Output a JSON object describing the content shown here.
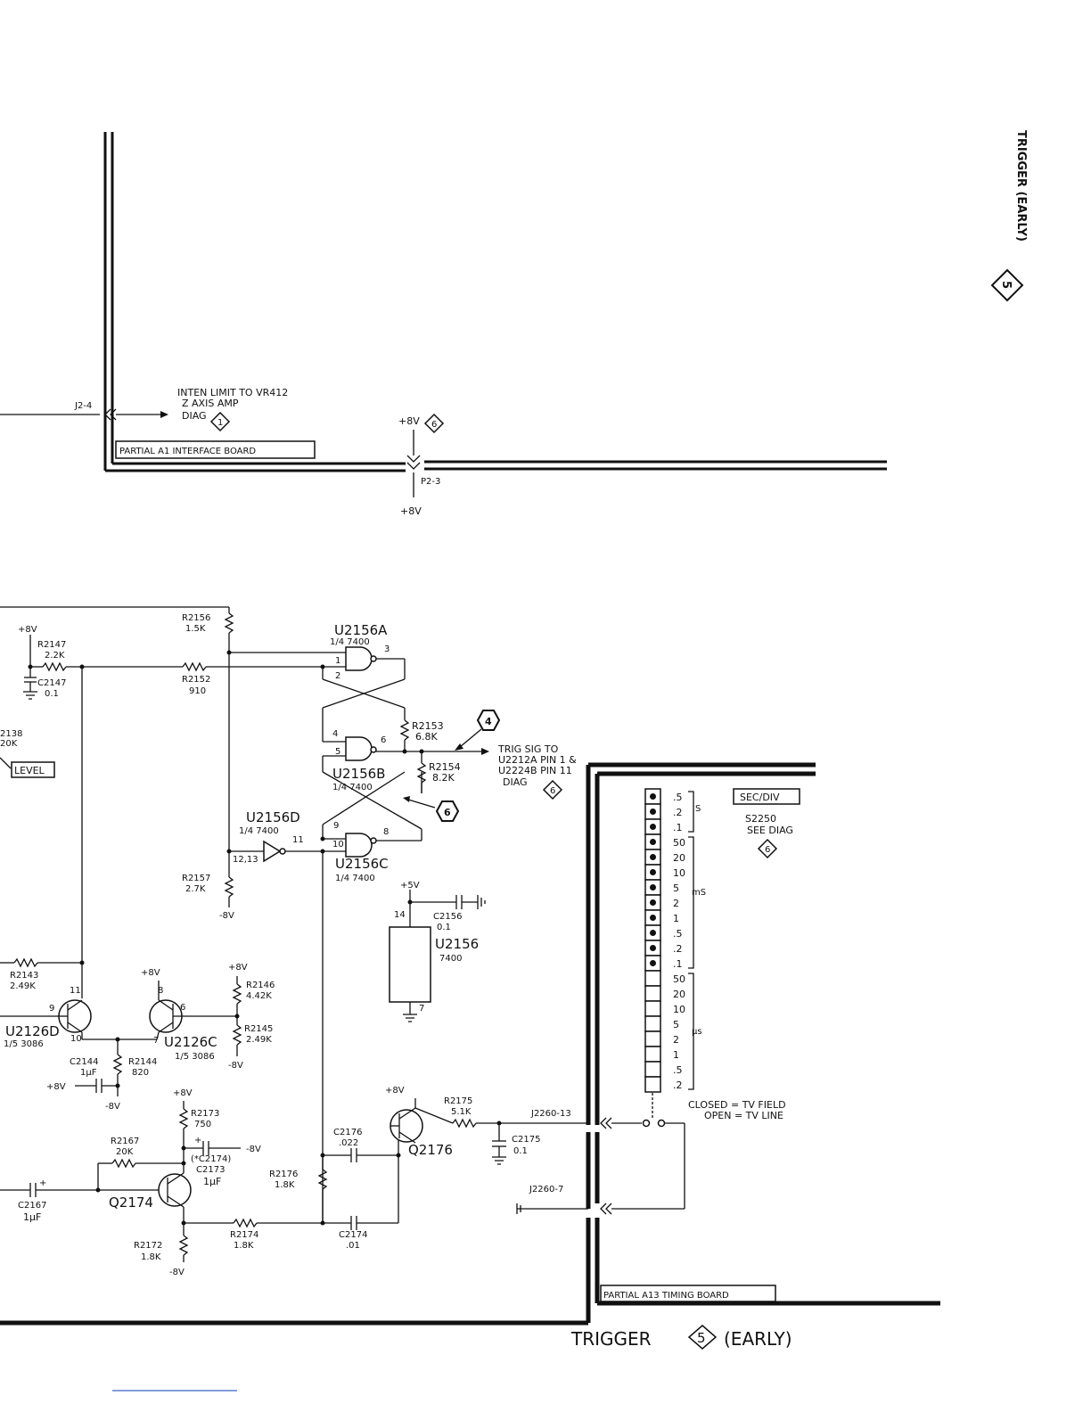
{
  "side_title": "TRIGGER (EARLY)",
  "side_diag": "5",
  "bottom_title": {
    "left": "TRIGGER",
    "num": "5",
    "right": "(EARLY)"
  },
  "boards": {
    "interface": "PARTIAL A1 INTERFACE BOARD",
    "timing": "PARTIAL A13 TIMING BOARD"
  },
  "top": {
    "j2_4": "J2-4",
    "inten_line1": "INTEN LIMIT TO VR412",
    "inten_line2": "Z AXIS AMP",
    "inten_line3": "DIAG",
    "inten_diag": "1",
    "p8v_top": "+8V",
    "p8v_top_diag": "6",
    "p2_3": "P2-3",
    "p8v_bot": "+8V"
  },
  "components": {
    "r2156": {
      "ref": "R2156",
      "val": "1.5K"
    },
    "r2147": {
      "ref": "R2147",
      "val": "2.2K"
    },
    "c2147": {
      "ref": "C2147",
      "val": "0.1"
    },
    "r2152": {
      "ref": "R2152",
      "val": "910"
    },
    "r2138": {
      "ref": "2138",
      "val": "20K"
    },
    "level": "LEVEL",
    "p8v_left": "+8V",
    "u2156a": {
      "ref": "U2156A",
      "type": "1/4 7400"
    },
    "u2156b": {
      "ref": "U2156B",
      "type": "1/4 7400"
    },
    "u2156c": {
      "ref": "U2156C",
      "type": "1/4 7400"
    },
    "u2156d": {
      "ref": "U2156D",
      "type": "1/4 7400"
    },
    "r2153": {
      "ref": "R2153",
      "val": "6.8K"
    },
    "r2154": {
      "ref": "R2154",
      "val": "8.2K"
    },
    "tp4": "4",
    "tp6": "6",
    "trig_line1": "TRIG SIG TO",
    "trig_line2": "U2212A PIN 1 &",
    "trig_line3": "U2224B PIN 11",
    "trig_line4": "DIAG",
    "trig_diag": "6",
    "r2157": {
      "ref": "R2157",
      "val": "2.7K"
    },
    "m8v_a": "-8V",
    "p5v": "+5V",
    "c2156": {
      "ref": "C2156",
      "val": "0.1"
    },
    "u2156": {
      "ref": "U2156",
      "val": "7400"
    },
    "r2143": {
      "ref": "R2143",
      "val": "2.49K"
    },
    "u2126d": {
      "ref": "U2126D",
      "val": "1/5 3086"
    },
    "u2126c": {
      "ref": "U2126C",
      "val": "1/5 3086"
    },
    "p8v_mid": "+8V",
    "p8v_r2146": "+8V",
    "r2146": {
      "ref": "R2146",
      "val": "4.42K"
    },
    "r2145": {
      "ref": "R2145",
      "val": "2.49K"
    },
    "m8v_b": "-8V",
    "c2144": {
      "ref": "C2144",
      "val": "1µF"
    },
    "r2144": {
      "ref": "R2144",
      "val": "820"
    },
    "p8v_c2144": "+8V",
    "m8v_c": "-8V",
    "p8v_r2173": "+8V",
    "r2173": {
      "ref": "R2173",
      "val": "750"
    },
    "c2173": {
      "ref": "C2173",
      "alt": "(*C2174)",
      "val": "1µF"
    },
    "m8v_d": "-8V",
    "r2167": {
      "ref": "R2167",
      "val": "20K"
    },
    "q2174": "Q2174",
    "c2167": {
      "ref": "C2167",
      "val": "1µF"
    },
    "r2172": {
      "ref": "R2172",
      "val": "1.8K"
    },
    "m8v_e": "-8V",
    "r2174": {
      "ref": "R2174",
      "val": "1.8K"
    },
    "c2174": {
      "ref": "C2174",
      "val": ".01"
    },
    "r2176": {
      "ref": "R2176",
      "val": "1.8K"
    },
    "c2176": {
      "ref": "C2176",
      "val": ".022"
    },
    "q2176": "Q2176",
    "p8v_q2176": "+8V",
    "r2175": {
      "ref": "R2175",
      "val": "5.1K"
    },
    "c2175": {
      "ref": "C2175",
      "val": "0.1"
    },
    "j2260_13": "J2260-13",
    "j2260_7": "J2260-7",
    "closed": "CLOSED = TV FIELD",
    "open": "OPEN = TV LINE"
  },
  "switch": {
    "label": "SEC/DIV",
    "ref": "S2250",
    "see": "SEE DIAG",
    "diag": "6",
    "unit_s": "S",
    "unit_ms": "mS",
    "unit_us": "µs",
    "steps": [
      {
        "v": ".5",
        "on": true
      },
      {
        "v": ".2",
        "on": true
      },
      {
        "v": ".1",
        "on": true
      },
      {
        "v": "50",
        "on": true
      },
      {
        "v": "20",
        "on": true
      },
      {
        "v": "10",
        "on": true
      },
      {
        "v": "5",
        "on": true
      },
      {
        "v": "2",
        "on": true
      },
      {
        "v": "1",
        "on": true
      },
      {
        "v": ".5",
        "on": true
      },
      {
        "v": ".2",
        "on": true
      },
      {
        "v": ".1",
        "on": true
      },
      {
        "v": "50",
        "on": false
      },
      {
        "v": "20",
        "on": false
      },
      {
        "v": "10",
        "on": false
      },
      {
        "v": "5",
        "on": false
      },
      {
        "v": "2",
        "on": false
      },
      {
        "v": "1",
        "on": false
      },
      {
        "v": ".5",
        "on": false
      },
      {
        "v": ".2",
        "on": false
      }
    ]
  },
  "pins": {
    "a_in1": "1",
    "a_in2": "2",
    "a_out": "3",
    "b_in1": "4",
    "b_in2": "5",
    "b_out": "6",
    "c_in1": "9",
    "c_in2": "10",
    "c_out": "8",
    "d_in": "12,13",
    "d_out": "11",
    "u_vcc": "14",
    "u_gnd": "7",
    "q_d_b": "9",
    "q_d_c": "11",
    "q_d_e": "10",
    "q_c_b": "7",
    "q_c_c": "8",
    "q_c_e": "6",
    "plus": "+"
  }
}
